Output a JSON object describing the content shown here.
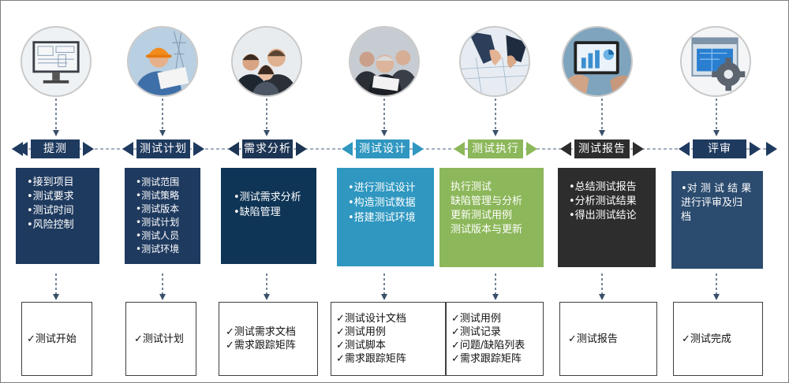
{
  "colors": {
    "navy": "#1f3a5f",
    "dark_navy": "#1d3554",
    "teal": "#2f97c0",
    "green": "#8cb75a",
    "charcoal": "#2d2d2d",
    "slate": "#2b4b6f",
    "arrow": "#3a4f6a"
  },
  "columns": [
    {
      "stage": "提测",
      "photo_icon": "monitor-blueprint-photo",
      "tasks": [
        "•接到项目",
        "•测试要求",
        "•测试时间",
        "•风险控制"
      ],
      "outputs": [
        "✓测试开始"
      ]
    },
    {
      "stage": "测试计划",
      "photo_icon": "engineer-hardhat-photo",
      "tasks": [
        "•测试范围",
        "•测试策略",
        "•测试版本",
        "•测试计划",
        "•测试人员",
        "•测试环境"
      ],
      "outputs": [
        "✓测试计划"
      ]
    },
    {
      "stage": "需求分析",
      "photo_icon": "business-team-photo",
      "tasks": [
        "•测试需求分析",
        "•缺陷管理"
      ],
      "outputs": [
        "✓测试需求文档",
        "✓需求跟踪矩阵"
      ]
    },
    {
      "stage": "测试设计",
      "photo_icon": "meeting-photo",
      "tasks": [
        "•进行测试设计",
        "•构造测试数据",
        "•搭建测试环境"
      ],
      "outputs": [
        "✓测试设计文档",
        "✓测试用例",
        "✓测试脚本",
        "✓需求跟踪矩阵"
      ]
    },
    {
      "stage": "测试执行",
      "photo_icon": "hands-blueprint-photo",
      "tasks": [
        "执行测试",
        "缺陷管理与分析",
        "更新测试用例",
        "测试版本与更新"
      ],
      "outputs": [
        "✓测试用例",
        "✓测试记录",
        "✓问题/缺陷列表",
        "✓需求跟踪矩阵"
      ]
    },
    {
      "stage": "测试报告",
      "photo_icon": "tablet-chart-photo",
      "tasks": [
        "•总结测试报告",
        "•分析测试结果",
        "•得出测试结论"
      ],
      "outputs": [
        "✓测试报告"
      ]
    },
    {
      "stage": "评审",
      "photo_icon": "gear-window-photo",
      "tasks": [
        "•对 测 试 结 果",
        "进行评审及归",
        "档"
      ],
      "outputs": [
        "✓测试完成"
      ]
    }
  ]
}
